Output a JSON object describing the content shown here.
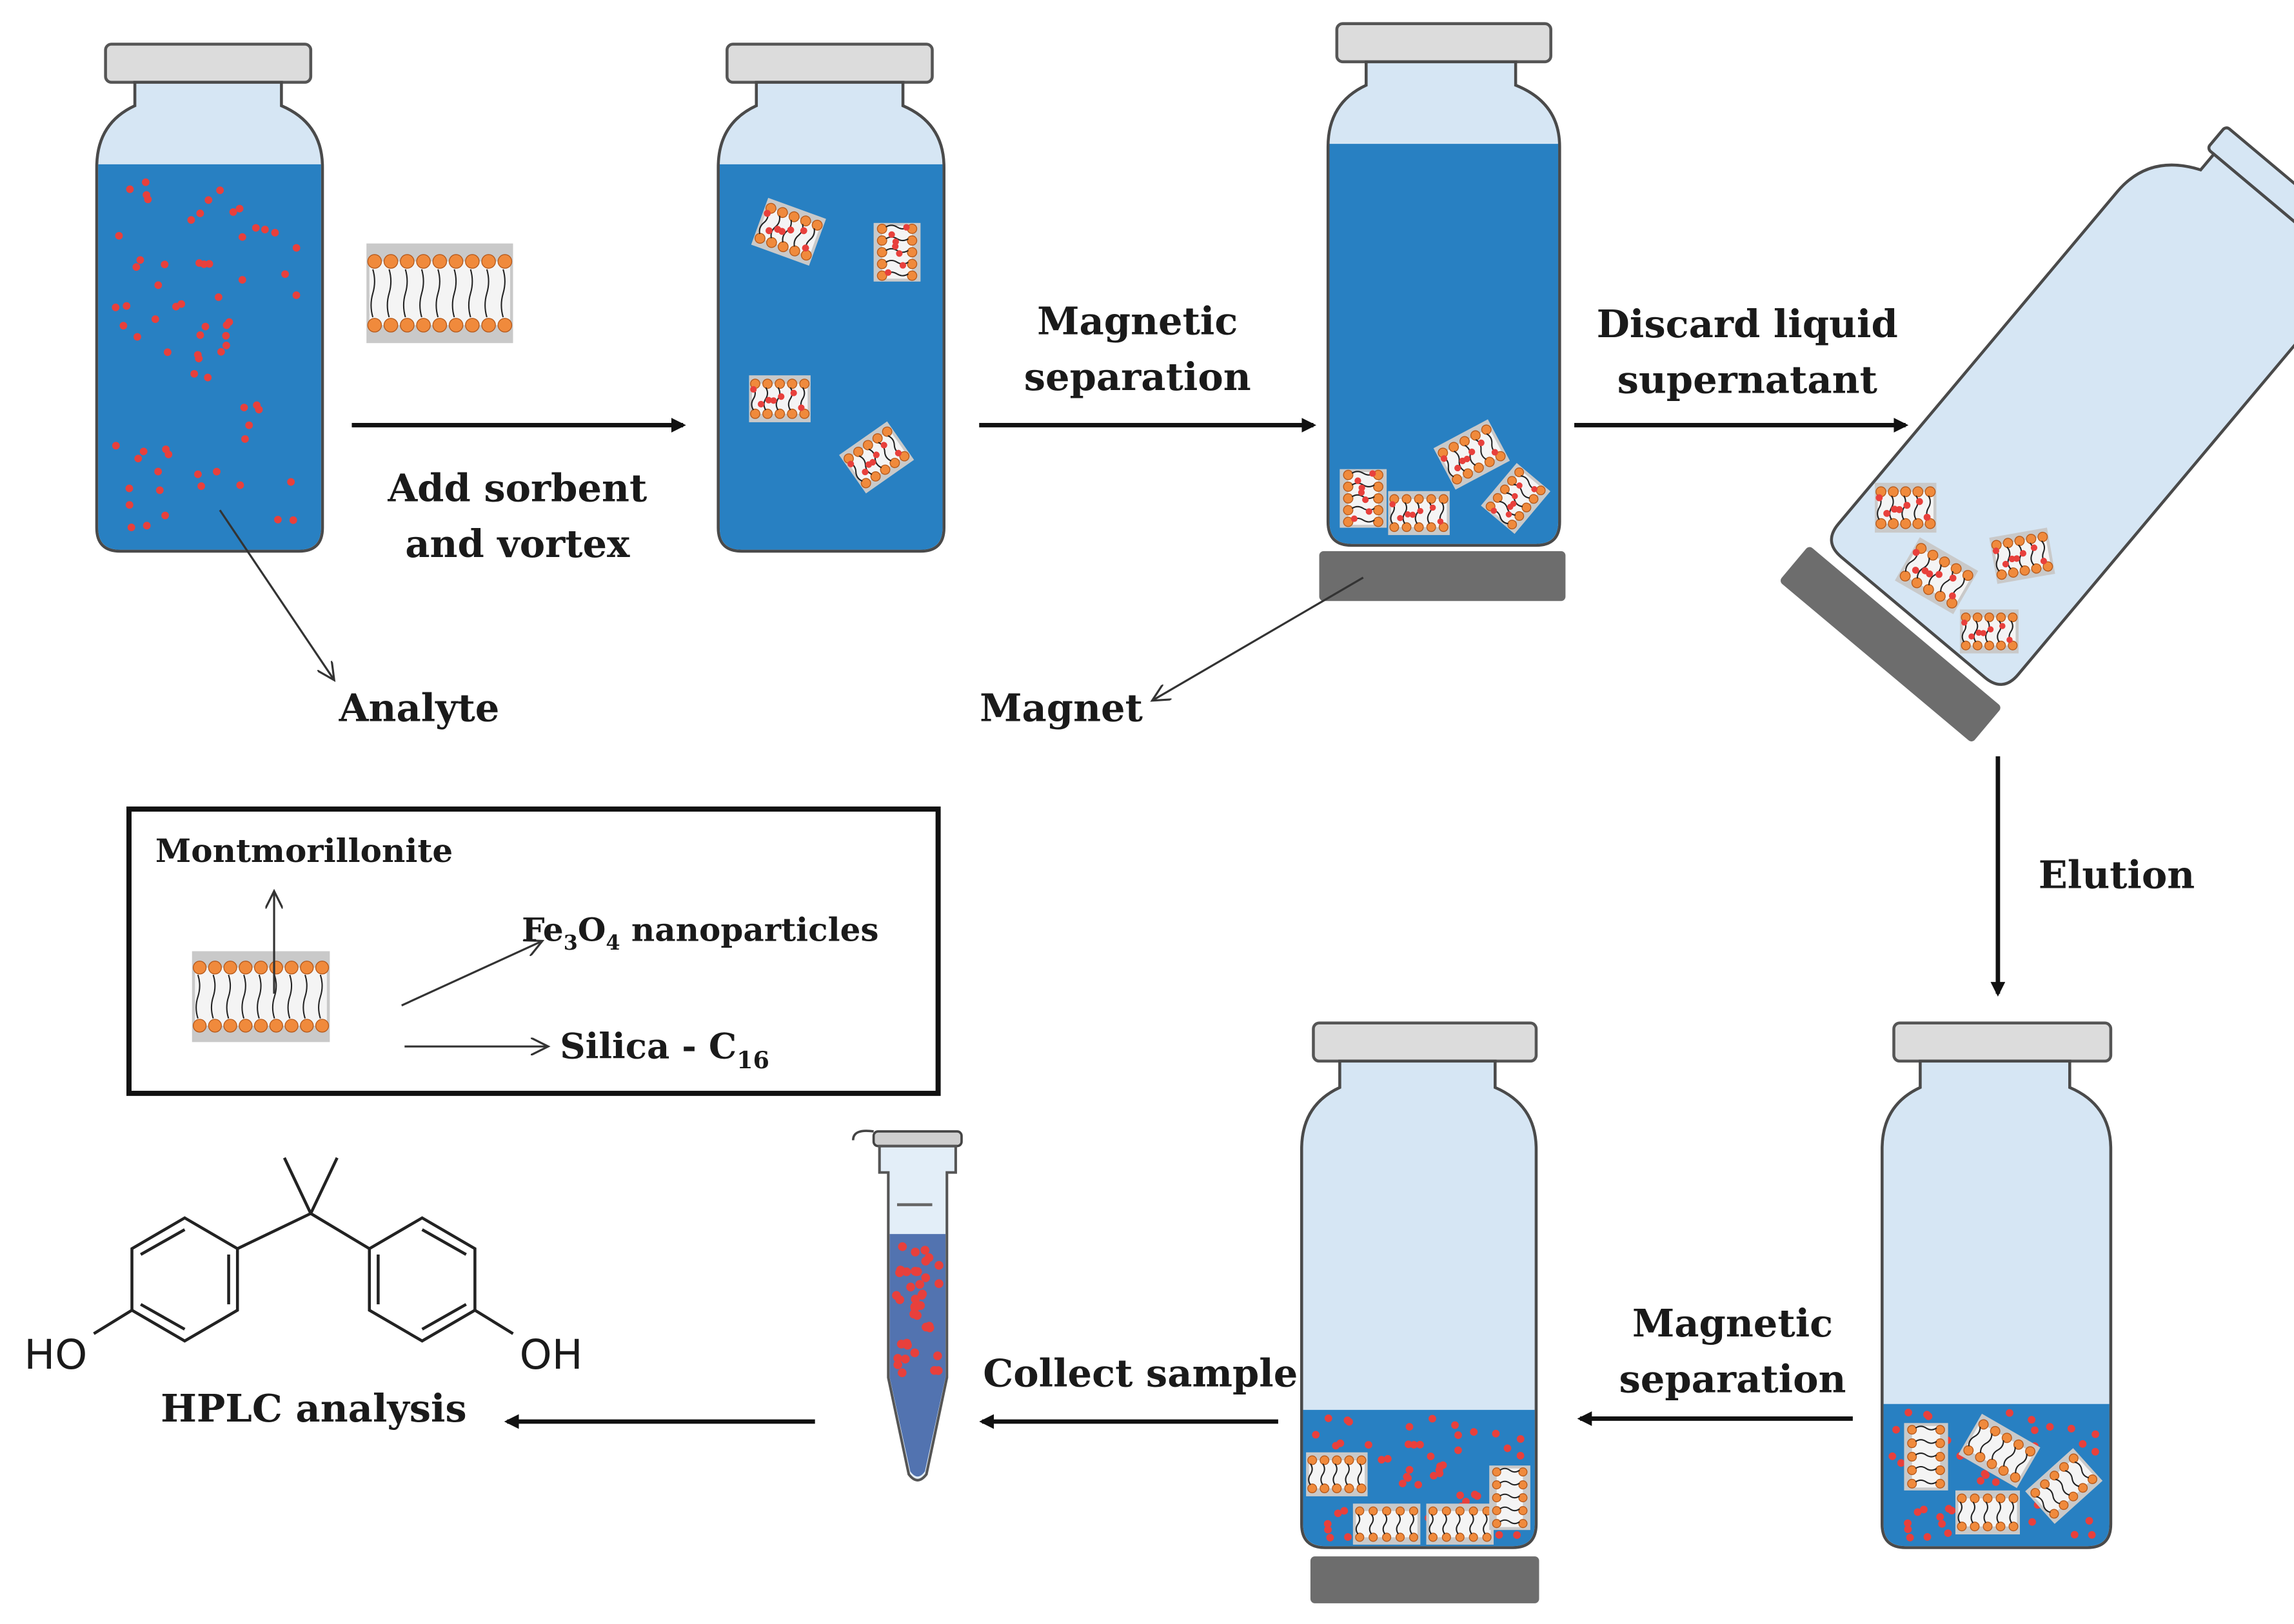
{
  "colors": {
    "liquid": "#2880c2",
    "glass": "#d6e6f4",
    "vial_outline": "#4a4a4a",
    "cap": "#dcdcdc",
    "analyte": "#e8403c",
    "magnet": "#6d6d6d",
    "sorbent_body": "#f4f4f4",
    "nanoparticle": "#f08a3c",
    "text": "#1a1a1a"
  },
  "labels": {
    "add_sorbent_line1": "Add sorbent",
    "add_sorbent_line2": "and vortex",
    "analyte": "Analyte",
    "magnetic_sep_1_line1": "Magnetic",
    "magnetic_sep_1_line2": "separation",
    "magnet": "Magnet",
    "discard_line1": "Discard liquid",
    "discard_line2": "supernatant",
    "elution": "Elution",
    "magnetic_sep_2_line1": "Magnetic",
    "magnetic_sep_2_line2": "separation",
    "collect_sample": "Collect sample",
    "hplc_analysis": "HPLC analysis"
  },
  "legend": {
    "montmorillonite": "Montmorillonite",
    "fe3o4_prefix": "Fe",
    "fe3o4_sub1": "3",
    "fe3o4_mid": "O",
    "fe3o4_sub2": "4",
    "fe3o4_suffix": " nanoparticles",
    "silica_prefix": "Silica - C",
    "silica_sub": "16"
  },
  "chemical": {
    "name": "bisphenol-A",
    "left_group": "HO",
    "right_group": "OH"
  }
}
